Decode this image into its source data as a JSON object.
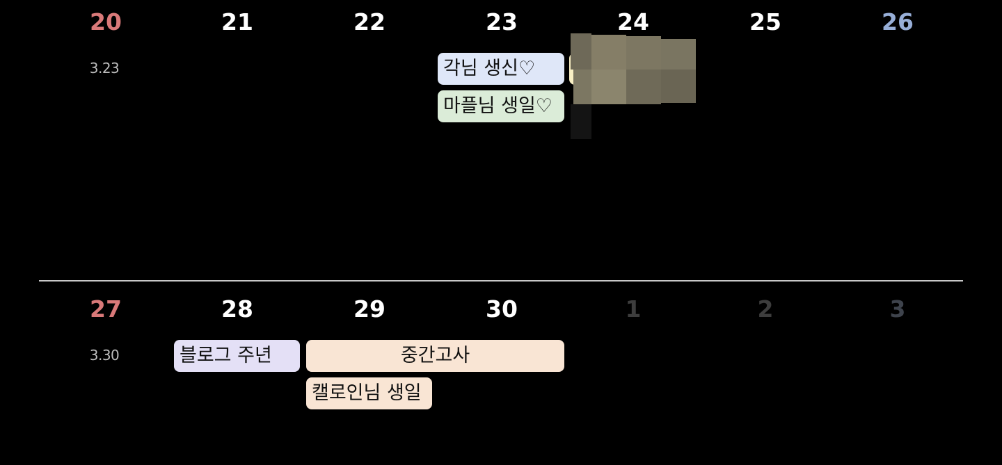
{
  "colors": {
    "sunday": "#d97979",
    "saturday": "#97aed7",
    "event_blue": "#dfe7f8",
    "event_green": "#dbecd8",
    "event_purple": "#e4e0f6",
    "event_peach": "#f9e5d4",
    "event_yellow": "#f8efc4"
  },
  "week1": {
    "label": "3.23",
    "days": [
      "20",
      "21",
      "22",
      "23",
      "24",
      "25",
      "26"
    ],
    "events": [
      {
        "title": "각님 생신♡"
      },
      {
        "title": "마플님 생일♡"
      },
      {
        "title": ""
      }
    ]
  },
  "week2": {
    "label": "3.30",
    "days": [
      "27",
      "28",
      "29",
      "30",
      "1",
      "2",
      "3"
    ],
    "events": [
      {
        "title": "블로그 주년"
      },
      {
        "title": "중간고사"
      },
      {
        "title": "캘로인님 생일"
      }
    ]
  }
}
